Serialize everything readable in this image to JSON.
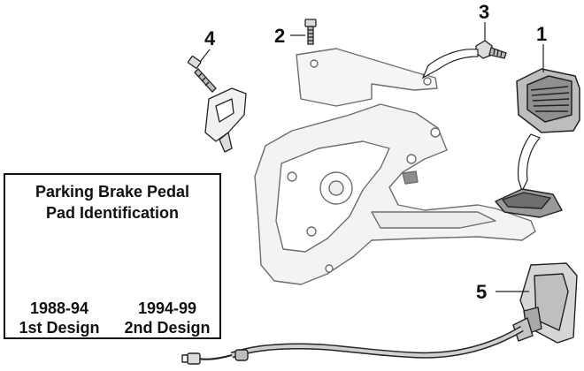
{
  "callouts": {
    "part1": "1",
    "part2": "2",
    "part3": "3",
    "part4": "4",
    "part5": "5"
  },
  "legend": {
    "title_line1": "Parking Brake Pedal",
    "title_line2": "Pad Identification",
    "pads": [
      {
        "years": "1988-94",
        "design": "1st Design"
      },
      {
        "years": "1994-99",
        "design": "2nd Design"
      }
    ]
  },
  "colors": {
    "line": "#222222",
    "bracket_fill": "#f2f2f2",
    "pad_fill": "#bdbdbd",
    "pad_dark": "#555555",
    "cable_fill": "#d0d0d0"
  }
}
